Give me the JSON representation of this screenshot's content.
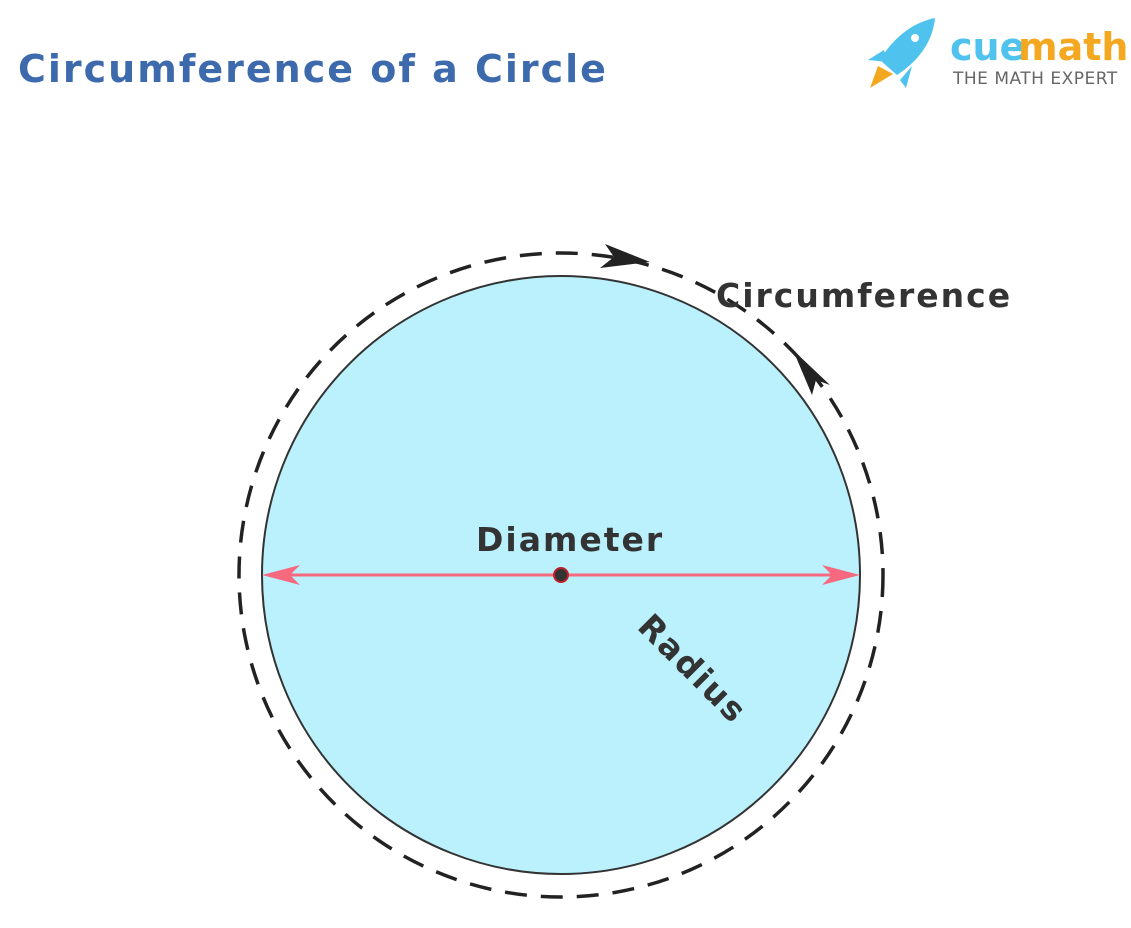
{
  "title": "Circumference of a Circle",
  "logo": {
    "brand_part1": "cue",
    "brand_part2": "math",
    "tagline": "THE MATH EXPERT"
  },
  "labels": {
    "circumference": "Circumference",
    "diameter": "Diameter",
    "radius": "Radius"
  },
  "colors": {
    "title": "#3d6aad",
    "circle_fill": "#baf1fd",
    "diameter": "#f6697f",
    "logo_blue": "#4fc3ed",
    "logo_orange": "#f3a81f",
    "tagline": "#666666"
  }
}
